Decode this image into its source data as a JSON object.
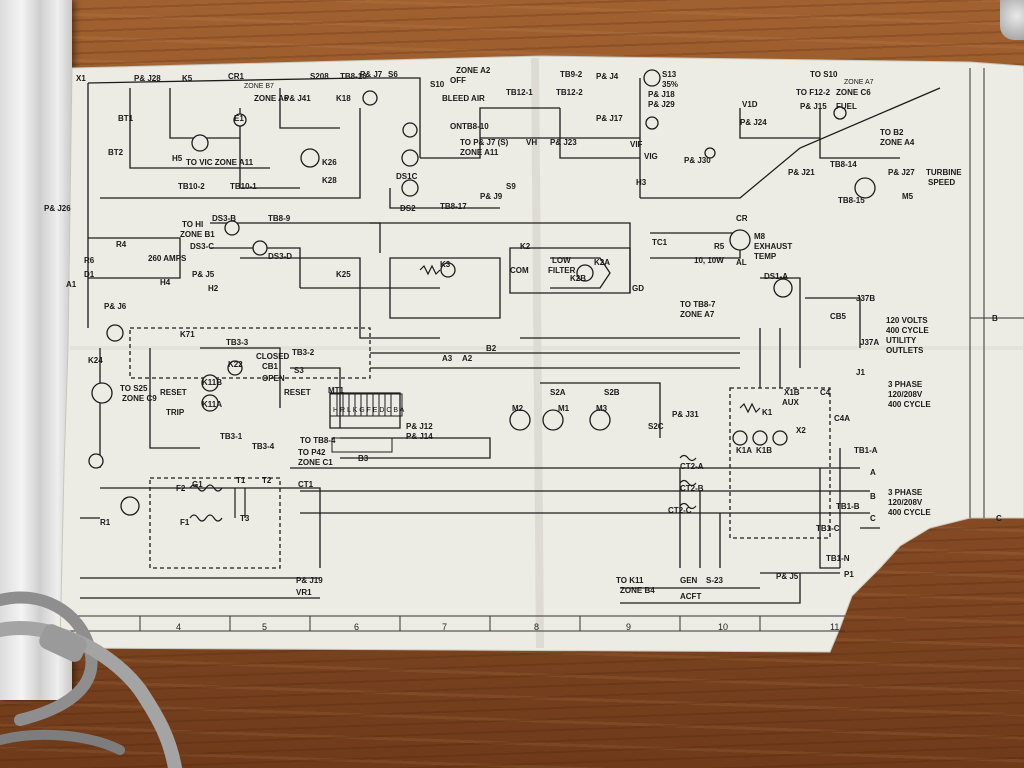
{
  "photo": {
    "subject": "Printed electrical wiring schematic lying on a wooden table",
    "colors": {
      "paper": "#ecebe6",
      "ink": "#1a1a1a",
      "wood": "#8d5028"
    }
  },
  "schematic": {
    "labels": {
      "x1": "X1",
      "pj28": "P& J28",
      "k5": "K5",
      "cr1": "CR1",
      "zone_b7": "ZONE B7",
      "pj41": "P& J41",
      "s208": "S208",
      "tb8_16": "TB8-16",
      "zone_a6": "ZONE A6",
      "e1": "E1",
      "k18": "K18",
      "s6": "S6",
      "pj7": "P& J7",
      "zone_a2": "ZONE A2",
      "off": "OFF",
      "s10": "S10",
      "bleed_air": "BLEED AIR",
      "on": "ON",
      "tb8_10": "TB8-10",
      "tb9_2": "TB9-2",
      "pj4": "P& J4",
      "s13": "S13",
      "pct35": "35%",
      "pj18": "P& J18",
      "pj29": "P& J29",
      "to_s10": "TO S10",
      "zone_a7": "ZONE A7",
      "to_f12_2": "TO F12-2",
      "zone_c6": "ZONE C6",
      "fuel": "FUEL",
      "v1d": "V1D",
      "pj24": "P& J24",
      "pj15": "P& J15",
      "to_b2": "TO B2",
      "zone_a4": "ZONE A4",
      "bt1": "BT1",
      "bt2": "BT2",
      "h5": "H5",
      "to_vic": "TO VIC ZONE A11",
      "tb10_2": "TB10-2",
      "tb10_1": "TB10-1",
      "k26": "K26",
      "k28": "K28",
      "ds1c": "DS1C",
      "ds2": "DS2",
      "to_pj7": "TO P& J7 (S)",
      "zone_a11": "ZONE A11",
      "tb12_1": "TB12-1",
      "tb12_2": "TB12-2",
      "pj23": "P& J23",
      "pj17": "P& J17",
      "vh": "VH",
      "vif": "VIF",
      "vig": "VIG",
      "pj30": "P& J30",
      "h3": "H3",
      "tb8_14": "TB8-14",
      "pj21": "P& J21",
      "pj27": "P& J27",
      "turbine": "TURBINE",
      "speed": "SPEED",
      "m5": "M5",
      "tb8_15": "TB8-15",
      "tb8_17": "TB8-17",
      "pj9": "P& J9",
      "s9": "S9",
      "pj26": "P& J26",
      "to_hi": "TO HI",
      "zone_b1": "ZONE B1",
      "tb8_9": "TB8-9",
      "ds3_b": "DS3-B",
      "ds3_c": "DS3-C",
      "ds3_d": "DS3-D",
      "r4": "R4",
      "amps": "260 AMPS",
      "h4": "H4",
      "r6": "R6",
      "d1": "D1",
      "a1": "A1",
      "pj6": "P& J6",
      "pj5": "P& J5",
      "h2": "H2",
      "k25": "K25",
      "k3": "K3",
      "k2": "K2",
      "k2a": "K2A",
      "k2b": "K2B",
      "low": "LOW",
      "filter": "FILTER",
      "com": "COM",
      "gd": "GD",
      "tc1": "TC1",
      "cr": "CR",
      "r5": "R5",
      "r5_rating": "10, 10W",
      "m8": "M8",
      "exhaust": "EXHAUST",
      "temp": "TEMP",
      "al": "AL",
      "ds1a": "DS1-A",
      "to_tb8_7": "TO TB8-7",
      "zone_a7b": "ZONE A7",
      "j37b": "J37B",
      "j37a": "J37A",
      "cb5": "CB5",
      "utility_1": "120 VOLTS",
      "utility_2": "400 CYCLE",
      "utility_3": "UTILITY",
      "utility_4": "OUTLETS",
      "j1": "J1",
      "phase1_1": "3 PHASE",
      "phase1_2": "120/208V",
      "phase1_3": "400 CYCLE",
      "k24": "K24",
      "k71": "K71",
      "k11b": "K11B",
      "k11a": "K11A",
      "reset": "RESET",
      "trip": "TRIP",
      "to_s25": "TO S25",
      "zone_c9": "ZONE C9",
      "cb1": "CB1",
      "closed": "CLOSED",
      "open": "OPEN",
      "reset2": "RESET",
      "k22": "K22",
      "s3": "S3",
      "tb3_1": "TB3-1",
      "tb3_3": "TB3-3",
      "tb3_2": "TB3-2",
      "tb3_4": "TB3-4",
      "mt1": "MT1",
      "hrlkgfedcba": "H R L K G F E D C B A",
      "pj12": "P& J12",
      "pj14": "P& J14",
      "to_tb8_4": "TO TB8-4",
      "to_p42": "TO P42",
      "zone_c1": "ZONE C1",
      "b3": "B3",
      "a3": "A3",
      "a2": "A2",
      "b2": "B2",
      "m2": "M2",
      "m1": "M1",
      "m3": "M3",
      "s2a": "S2A",
      "s2b": "S2B",
      "s2c": "S2C",
      "pj31": "P& J31",
      "k1": "K1",
      "aux": "AUX",
      "x1b": "X1B",
      "k1a": "K1A",
      "k1b": "K1B",
      "x2": "X2",
      "c4": "C4",
      "c4a": "C4A",
      "tb1a": "TB1-A",
      "tb1b": "TB1-B",
      "tb1c": "TB1-C",
      "tb1n": "TB1-N",
      "ct2a": "CT2-A",
      "ct2b": "CT2-B",
      "ct2c": "CT2-C",
      "a": "A",
      "b": "B",
      "c": "C",
      "phase2_1": "3 PHASE",
      "phase2_2": "120/208V",
      "phase2_3": "400 CYCLE",
      "ct1": "CT1",
      "g1": "G1",
      "f1": "F1",
      "f2": "F2",
      "r1": "R1",
      "t1": "T1",
      "t2": "T2",
      "t3": "T3",
      "vr1": "VR1",
      "pj19": "P& J19",
      "to_k11": "TO K11",
      "zone_b4": "ZONE B4",
      "gen": "GEN",
      "acft": "ACFT",
      "s23": "S-23",
      "p1": "P1",
      "pj5b": "P& J5",
      "zone_a11b": "ZONE A11"
    },
    "column_numbers": [
      "4",
      "5",
      "6",
      "7",
      "8",
      "9",
      "10",
      "11"
    ],
    "right_edge_letters": [
      "B",
      "C"
    ]
  }
}
